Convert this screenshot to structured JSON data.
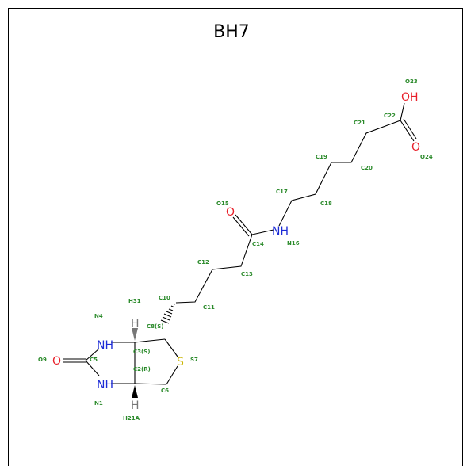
{
  "title": "BH7",
  "colors": {
    "carbon_bond": "#000000",
    "oxygen": "#e8202a",
    "nitrogen": "#1c2bd6",
    "sulfur": "#c9b400",
    "label_green": "#2a8a2a"
  },
  "atoms": {
    "oh": "OH",
    "o_carbonyl": "O",
    "o_amide": "O",
    "nh_amide": "NH",
    "o_urea": "O",
    "nh_top": "NH",
    "nh_bottom": "NH",
    "s_ring": "S",
    "h_top": "H",
    "h_bottom": "H"
  },
  "labels": {
    "o23": "O23",
    "c22": "C22",
    "c21": "C21",
    "o24": "O24",
    "c19": "C19",
    "c20": "C20",
    "c17": "C17",
    "c18": "C18",
    "o15": "O15",
    "n16": "N16",
    "c14": "C14",
    "c12": "C12",
    "c13": "C13",
    "c10": "C10",
    "c11": "C11",
    "h31": "H31",
    "n4": "N4",
    "c8s": "C8(S)",
    "c3s": "C3(S)",
    "c5": "C5",
    "o9": "O9",
    "c2r": "C2(R)",
    "s7": "S7",
    "c6": "C6",
    "n1": "N1",
    "h21a": "H21A"
  }
}
